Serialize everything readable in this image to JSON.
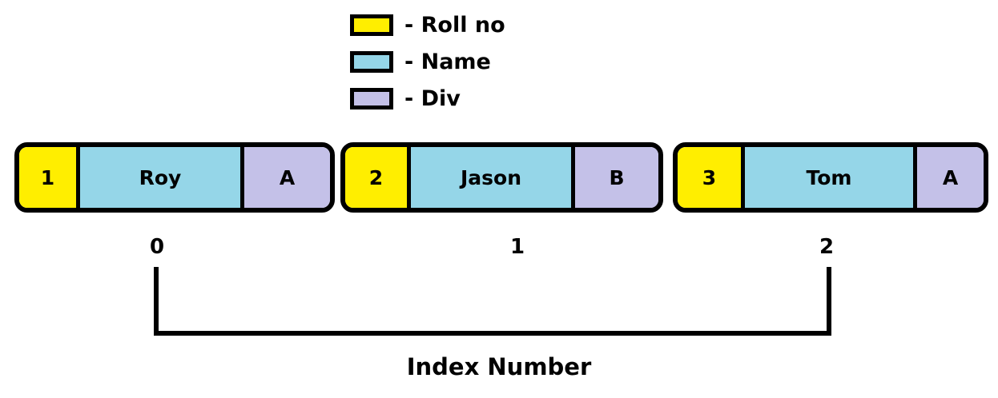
{
  "legend": {
    "items": [
      {
        "swatch_color": "#FFEE00",
        "label": "- Roll no",
        "field": "roll_no"
      },
      {
        "swatch_color": "#95D6E8",
        "label": "- Name",
        "field": "name"
      },
      {
        "swatch_color": "#C4C1E8",
        "label": "- Div",
        "field": "div"
      }
    ]
  },
  "records": [
    {
      "index": "0",
      "roll_no": "1",
      "name": "Roy",
      "div": "A"
    },
    {
      "index": "1",
      "roll_no": "2",
      "name": "Jason",
      "div": "B"
    },
    {
      "index": "2",
      "roll_no": "3",
      "name": "Tom",
      "div": "A"
    }
  ],
  "index_labels": [
    "0",
    "1",
    "2"
  ],
  "caption": "Index Number",
  "colors": {
    "roll_no": "#FFEE00",
    "name": "#95D6E8",
    "div": "#C4C1E8",
    "outline": "#000000",
    "background": "#FFFFFF"
  }
}
